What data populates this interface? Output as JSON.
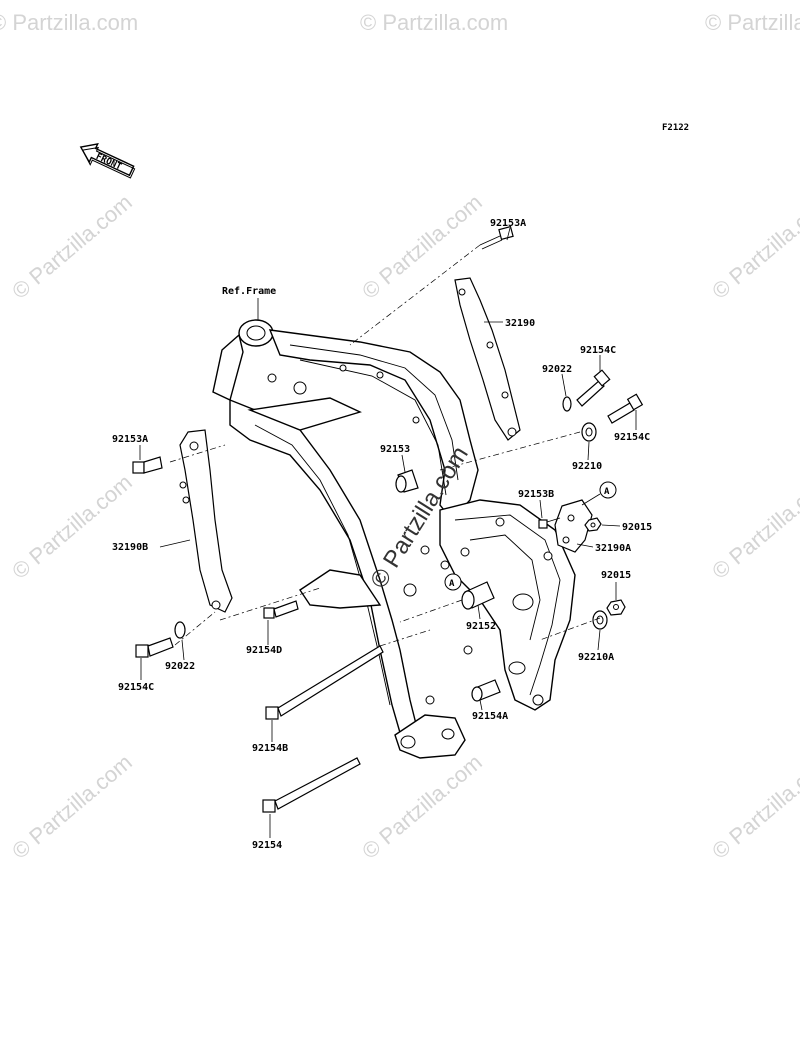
{
  "diagram": {
    "figure_code": "F2122",
    "front_label": "FRONT",
    "ref_frame": "Ref.Frame",
    "watermark": "© Partzilla.com",
    "callouts": {
      "A_top": "A",
      "A_mid": "A"
    },
    "parts": {
      "p92153A_top": "92153A",
      "p32190": "32190",
      "p92154C_top": "92154C",
      "p92022_top": "92022",
      "p92154C_right": "92154C",
      "p92210": "92210",
      "p92153": "92153",
      "p92153A_left": "92153A",
      "p92153B": "92153B",
      "p92015_a": "92015",
      "p32190B": "32190B",
      "p32190A": "32190A",
      "p92015_b": "92015",
      "p92152": "92152",
      "p92154D": "92154D",
      "p92210A": "92210A",
      "p92022_bottom": "92022",
      "p92154C_bottom": "92154C",
      "p92154A": "92154A",
      "p92154B": "92154B",
      "p92154": "92154"
    }
  }
}
